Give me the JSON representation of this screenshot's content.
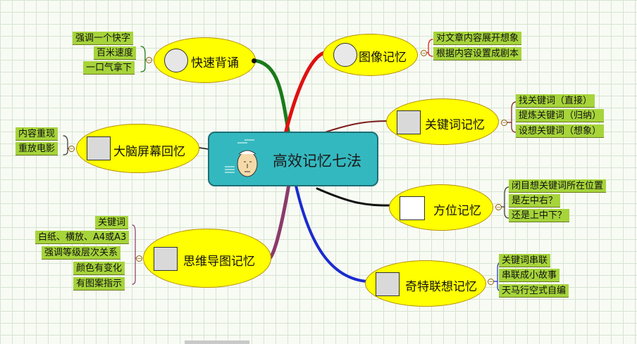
{
  "center": {
    "title": "高效记忆七法"
  },
  "branches": {
    "kuaisu": {
      "label": "快速背诵",
      "icon": "stopwatch-icon",
      "leaves": [
        "强调一个快字",
        "百米速度",
        "一口气拿下"
      ]
    },
    "naonao": {
      "label": "大脑屏幕回忆",
      "icon": "thinking-person-icon",
      "leaves": [
        "内容重现",
        "重放电影"
      ]
    },
    "siwei": {
      "label": "思维导图记忆",
      "icon": "plan-icon",
      "leaves": [
        "关键词",
        "白纸、横放、A4或A3",
        "强调等级层次关系",
        "颜色有变化",
        "有图案指示"
      ]
    },
    "tuxiang": {
      "label": "图像记忆",
      "icon": "wreath-icon",
      "leaves": [
        "对文章内容展开想象",
        "根据内容设置成剧本"
      ]
    },
    "guanjian": {
      "label": "关键词记忆",
      "icon": "brain-hand-icon",
      "leaves": [
        "找关键词（直接）",
        "提炼关键词（归纳）",
        "设想关键词（想象）"
      ]
    },
    "fangwei": {
      "label": "方位记忆",
      "icon": "calendar-grid-icon",
      "leaves": [
        "闭目想关键词所在位置",
        "是左中右？",
        "还是上中下？"
      ]
    },
    "qite": {
      "label": "奇特联想记忆",
      "icon": "people-group-icon",
      "leaves": [
        "关键词串联",
        "串联成小故事",
        "天马行空式自编"
      ]
    }
  },
  "colors": {
    "kuaisu": "#1a7a1a",
    "naonao": "#111111",
    "siwei": "#8b3a6a",
    "tuxiang": "#e01010",
    "guanjian": "#7a1a1a",
    "fangwei": "#111111",
    "qite": "#1a2ccf"
  }
}
